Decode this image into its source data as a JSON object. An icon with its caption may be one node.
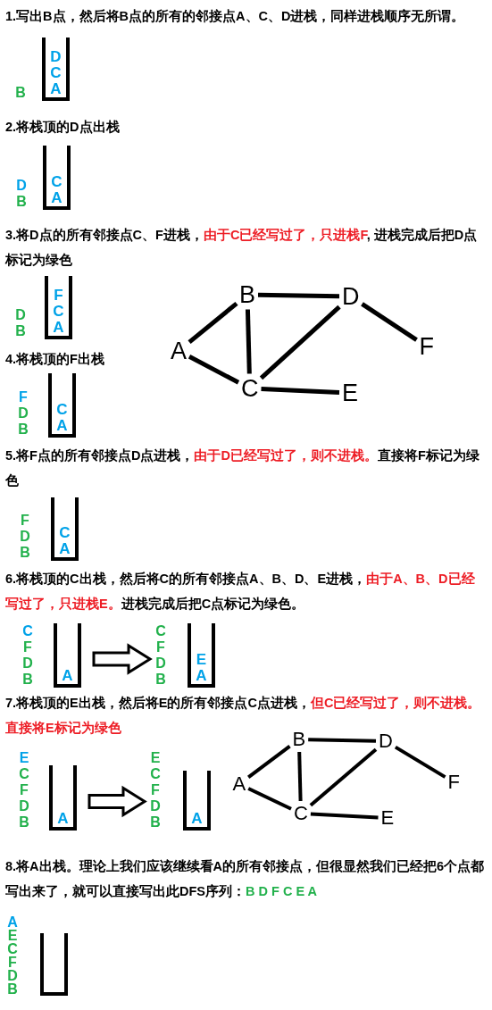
{
  "diagram": {
    "nodes": [
      {
        "text": [
          "D",
          "C",
          "A"
        ],
        "beside": [
          "B"
        ]
      },
      {
        "text": [
          "C",
          "A"
        ],
        "beside": [
          "D",
          "B"
        ]
      },
      {
        "text": [
          "F",
          "C",
          "A"
        ],
        "beside": [
          "D",
          "B"
        ]
      },
      {
        "text": [
          "B"
        ]
      },
      {
        "text": [
          "D"
        ]
      },
      {
        "text": [
          "A"
        ]
      },
      {
        "text": [
          "F"
        ]
      },
      {
        "text": [
          "C"
        ]
      },
      {
        "text": [
          "E"
        ]
      },
      {
        "text": [
          "C",
          "A"
        ],
        "beside": [
          "F",
          "D",
          "B"
        ]
      },
      {
        "text": [
          "C",
          "A"
        ],
        "beside": [
          "F",
          "D",
          "B"
        ]
      },
      {
        "text": [
          "A"
        ],
        "beside": [
          "C",
          "F",
          "D",
          "B"
        ]
      },
      {
        "text": [
          "E",
          "A"
        ],
        "beside": [
          "C",
          "F",
          "D",
          "B"
        ]
      },
      {
        "text": [
          "A"
        ],
        "beside": [
          "E",
          "C",
          "F",
          "D",
          "B"
        ]
      },
      {
        "text": [
          "A"
        ],
        "beside": [
          "E",
          "C",
          "F",
          "D",
          "B"
        ]
      },
      {
        "text": [
          "B"
        ]
      },
      {
        "text": [
          "D"
        ]
      },
      {
        "text": [
          "A"
        ]
      },
      {
        "text": [
          "F"
        ]
      },
      {
        "text": [
          "C"
        ]
      },
      {
        "text": [
          "E"
        ]
      },
      {
        "text": [],
        "shape": "box",
        "beside": [
          "A",
          "E",
          "C",
          "F",
          "D",
          "B"
        ]
      }
    ],
    "edges": [
      {
        "from": 3,
        "to": 4,
        "arrow": "none"
      },
      {
        "from": 5,
        "to": 3,
        "arrow": "none"
      },
      {
        "from": 3,
        "to": 7,
        "arrow": "none"
      },
      {
        "from": 5,
        "to": 7,
        "arrow": "none"
      },
      {
        "from": 7,
        "to": 4,
        "arrow": "none"
      },
      {
        "from": 4,
        "to": 6,
        "arrow": "none"
      },
      {
        "from": 7,
        "to": 8,
        "arrow": "none"
      },
      {
        "from": 11,
        "to": 12,
        "arrow": "to"
      },
      {
        "from": 13,
        "to": 14,
        "arrow": "to"
      },
      {
        "from": 15,
        "to": 16,
        "arrow": "none"
      },
      {
        "from": 17,
        "to": 15,
        "arrow": "none"
      },
      {
        "from": 15,
        "to": 19,
        "arrow": "none"
      },
      {
        "from": 17,
        "to": 19,
        "arrow": "none"
      },
      {
        "from": 19,
        "to": 16,
        "arrow": "none"
      },
      {
        "from": 16,
        "to": 18,
        "arrow": "none"
      },
      {
        "from": 19,
        "to": 20,
        "arrow": "none"
      }
    ],
    "labels": [
      "1.写出B点，然后将B点的所有的邻接点A、C、D进栈，同样进栈顺序无所谓。",
      "2.将栈顶的D点出栈",
      "3.将D点的所有邻接点C、F进栈，",
      "由于C已经写过了，只进栈F",
      ", 进栈完成后把D点标记为绿色",
      "4.将栈顶的F出栈",
      "5.将F点的所有邻接点D点进栈，",
      "由于D已经写过了，则不进栈。",
      "直接将F标记为绿色",
      "6.将栈顶的C出栈，然后将C的所有邻接点A、B、D、E进栈，",
      "由于A、B、D已经写过了，只进栈E。",
      "进栈完成后把C点标记为绿色。",
      "7.将栈顶的E出栈，然后将E的所有邻接点C点进栈，",
      "但C已经写过了，则不进栈。直接将E标记为绿色",
      "8.将A出栈。理论上我们应该继续看A的所有邻接点，但很显然我们已经把6个点都写出来了，就可以直接写出此DFS序列：",
      "B D F C E A"
    ]
  }
}
